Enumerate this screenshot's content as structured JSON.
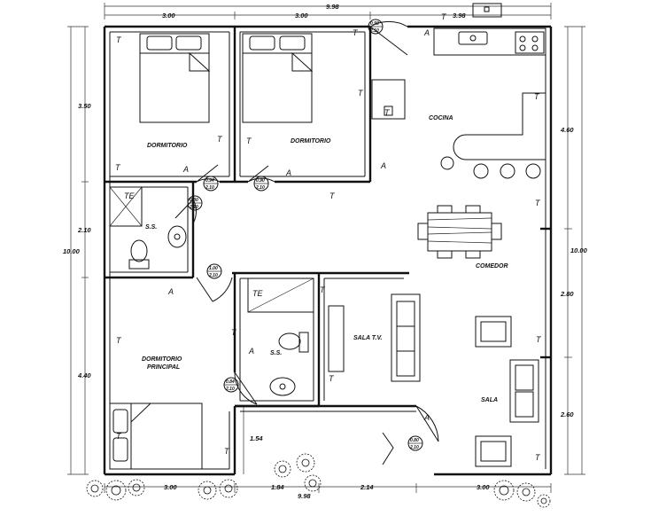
{
  "rooms": {
    "dormitorio_1": "DORMITORIO",
    "dormitorio_2": "DORMITORIO",
    "cocina": "COCINA",
    "ss_1": "S.S.",
    "comedor": "COMEDOR",
    "dormitorio_principal_1": "DORMITORIO",
    "dormitorio_principal_2": "PRINCIPAL",
    "ss_2": "S.S.",
    "sala_tv": "SALA T.V.",
    "sala": "SALA",
    "te_1": "TE",
    "te_2": "TE"
  },
  "dimensions": {
    "top_total": "9.98",
    "top_1": "3.00",
    "top_2": "3.00",
    "top_3": "3.98",
    "bottom_total": "9.98",
    "bottom_1": "3.00",
    "bottom_2": "1.84",
    "bottom_3": "2.14",
    "bottom_4": "3.00",
    "left_total": "10.00",
    "left_1": "3.50",
    "left_2": "2.10",
    "left_3": "4.40",
    "right_total": "10.00",
    "right_1": "4.60",
    "right_2": "2.80",
    "right_3": "2.60",
    "porch": "1.54"
  },
  "doors": [
    {
      "w": "0.98",
      "h": "2.10"
    },
    {
      "w": "0.94",
      "h": "2.10"
    },
    {
      "w": "0.90",
      "h": "2.10"
    },
    {
      "w": "0.80",
      "h": "2.10"
    },
    {
      "w": "1.00",
      "h": "2.10"
    },
    {
      "w": "0.84",
      "h": "2.10"
    },
    {
      "w": "0.80",
      "h": "2.10"
    }
  ],
  "markers": {
    "t": "T",
    "a": "A"
  }
}
